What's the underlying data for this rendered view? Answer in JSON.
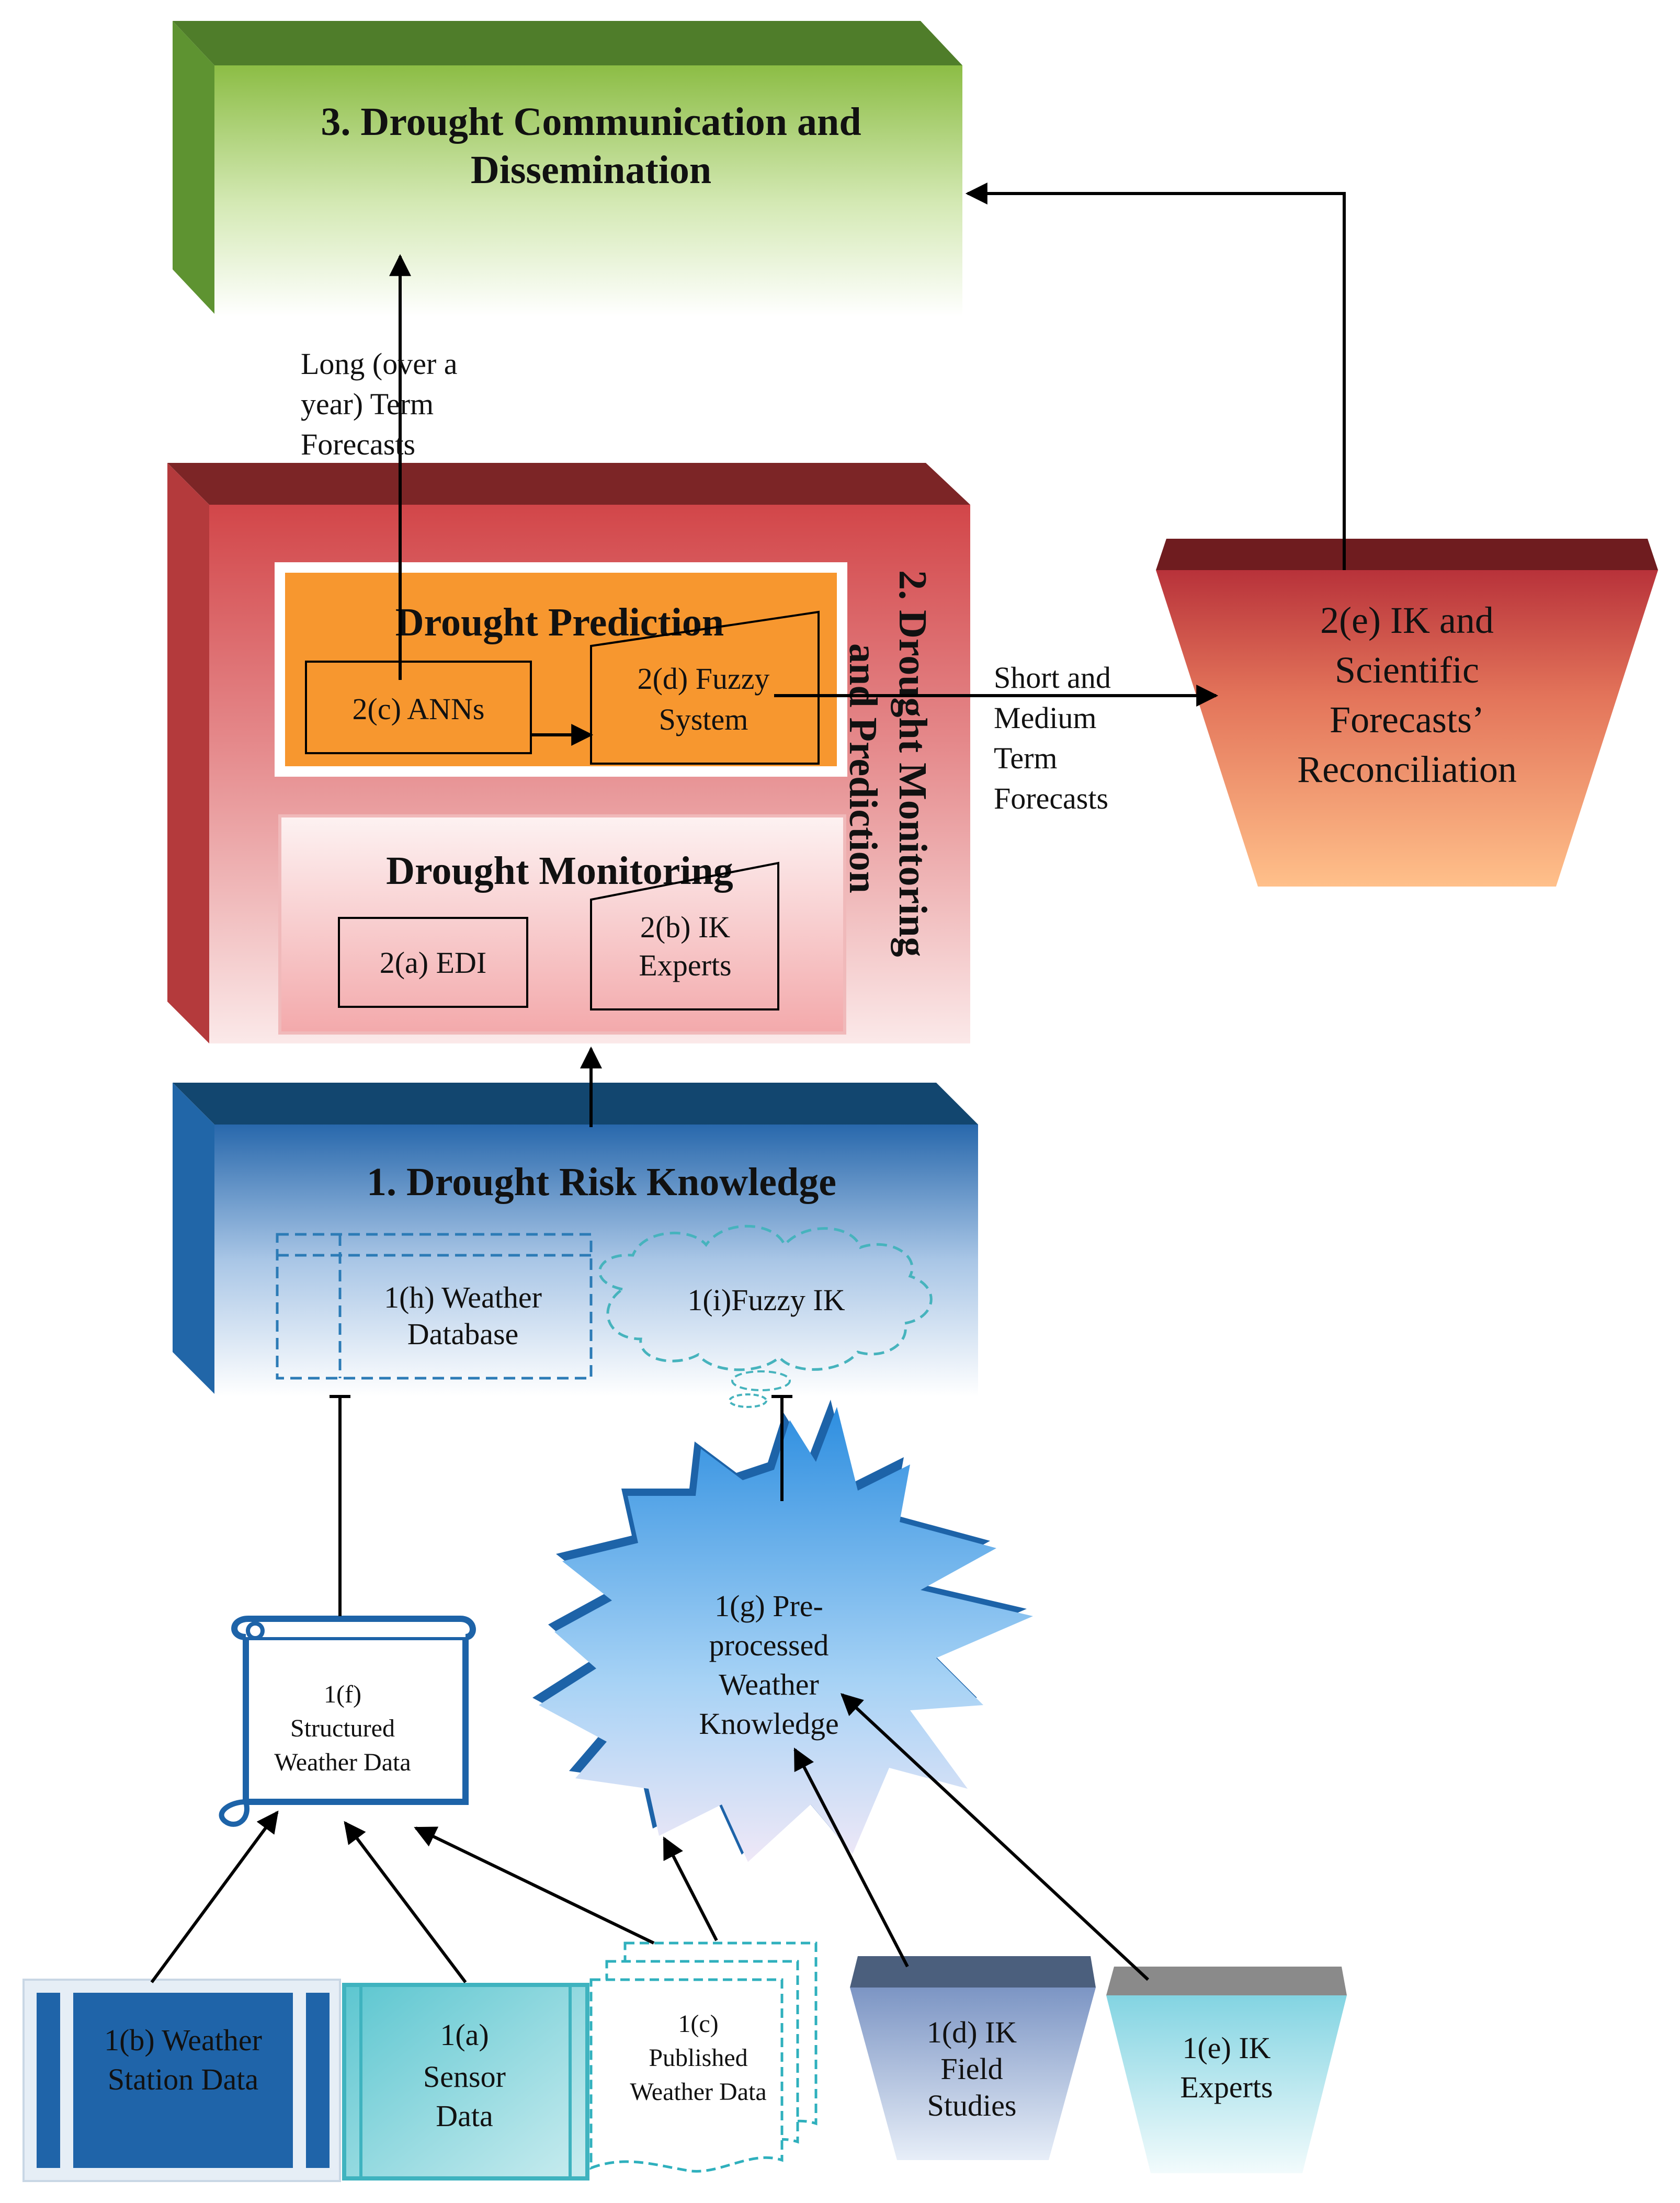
{
  "nodes": {
    "comm_line1": "3. Drought Communication and",
    "comm_line2": "Dissemination",
    "mp_line1": "2. Drought Monitoring",
    "mp_line2": "and Prediction",
    "prediction_title": "Drought Prediction",
    "anns": "2(c) ANNs",
    "fuzzy_line1": "2(d) Fuzzy",
    "fuzzy_line2": "System",
    "monitoring_title": "Drought Monitoring",
    "edi": "2(a) EDI",
    "ik_exp2_line1": "2(b) IK",
    "ik_exp2_line2": "Experts",
    "recon_line1": "2(e) IK and",
    "recon_line2": "Scientific",
    "recon_line3": "Forecasts’",
    "recon_line4": "Reconciliation",
    "risk_title": "1. Drought Risk Knowledge",
    "wdb_line1": "1(h) Weather",
    "wdb_line2": "Database",
    "fuzzy_ik": "1(i)Fuzzy IK",
    "pre_line1": "1(g) Pre-",
    "pre_line2": "processed",
    "pre_line3": "Weather",
    "pre_line4": "Knowledge",
    "struct_line1": "1(f)",
    "struct_line2": "Structured",
    "struct_line3": "Weather Data",
    "ws_line1": "1(b) Weather",
    "ws_line2": "Station Data",
    "sensor_line1": "1(a)",
    "sensor_line2": "Sensor",
    "sensor_line3": "Data",
    "pub_line1": "1(c)",
    "pub_line2": "Published",
    "pub_line3": "Weather Data",
    "field_line1": "1(d) IK",
    "field_line2": "Field",
    "field_line3": "Studies",
    "ikexp1_line1": "1(e) IK",
    "ikexp1_line2": "Experts"
  },
  "labels": {
    "long_line1": "Long (over a",
    "long_line2": "year) Term",
    "long_line3": "Forecasts",
    "short_line1": "Short and",
    "short_line2": "Medium",
    "short_line3": "Term",
    "short_line4": "Forecasts"
  },
  "colors": {
    "green": "#8cbd45",
    "red": "#d0484a",
    "orange": "#f7972f",
    "blue": "#2166a8",
    "teal": "#5ec3cd"
  }
}
